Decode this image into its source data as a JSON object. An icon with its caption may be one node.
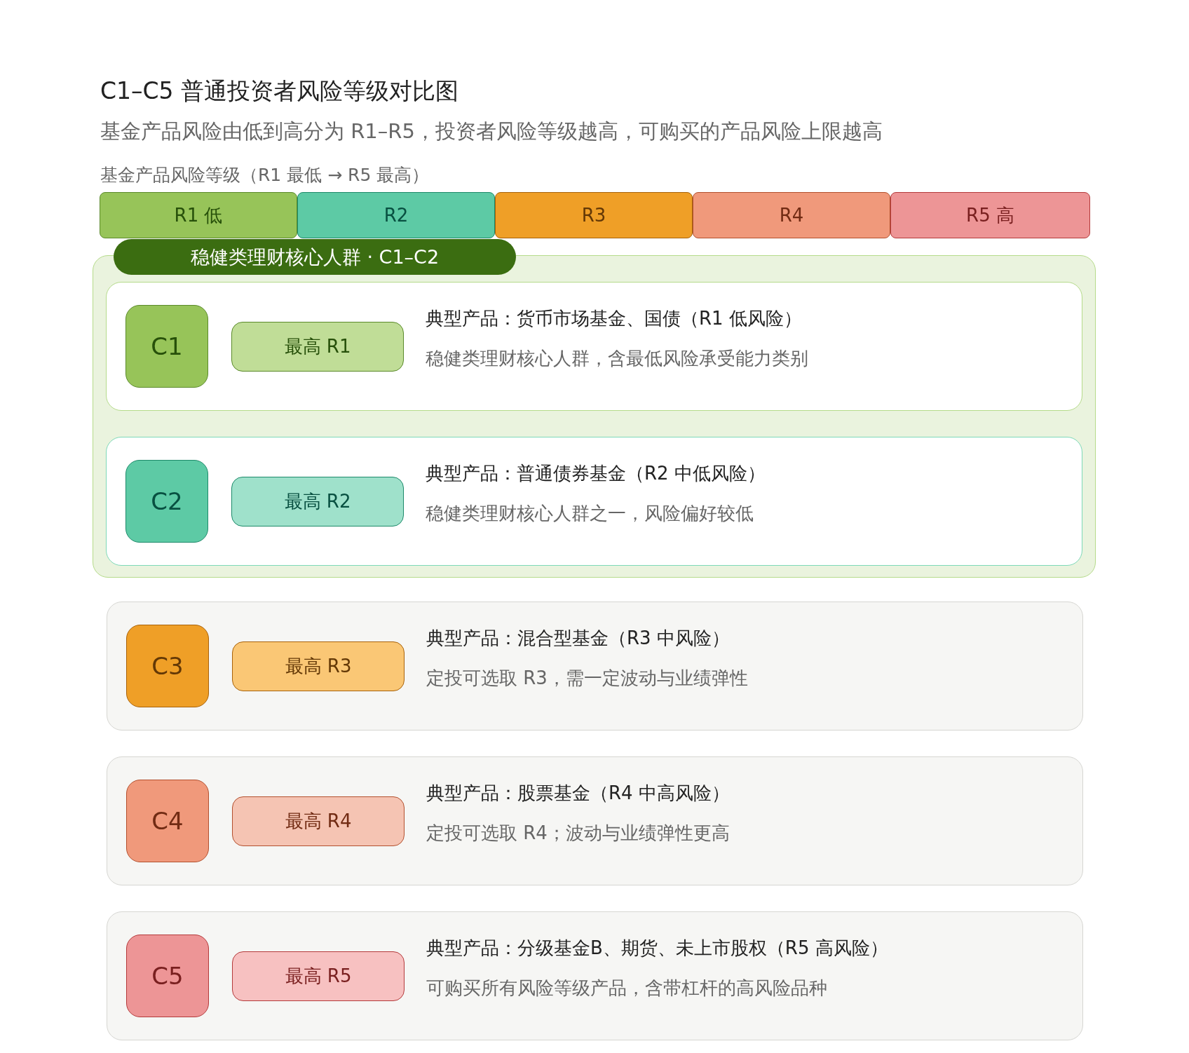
{
  "diagram": {
    "title": "C1–C5 普通投资者风险等级对比图",
    "nodes": [
      {
        "text": [
          "R1 低"
        ]
      },
      {
        "text": [
          "R2"
        ]
      },
      {
        "text": [
          "R3"
        ]
      },
      {
        "text": [
          "R4"
        ]
      },
      {
        "text": [
          "R5 高"
        ]
      },
      {
        "text": [
          "稳健类理财核心人群 · C1–C2"
        ]
      },
      {
        "text": [
          "典型产品：货币市场基金、国债（R1 低风险）",
          "稳健类理财核心人群，含最低风险承受能力类别"
        ],
        "in": 5
      },
      {
        "text": [
          "C1"
        ],
        "in": 6
      },
      {
        "text": [
          "最高 R1"
        ],
        "in": 6
      },
      {
        "text": [
          "典型产品：普通债券基金（R2 中低风险）",
          "稳健类理财核心人群之一，风险偏好较低"
        ],
        "in": 5
      },
      {
        "text": [
          "C2"
        ],
        "in": 9
      },
      {
        "text": [
          "最高 R2"
        ],
        "in": 9
      },
      {
        "text": [
          "典型产品：混合型基金（R3 中风险）",
          "定投可选取 R3，需一定波动与业绩弹性"
        ]
      },
      {
        "text": [
          "C3"
        ],
        "in": 12
      },
      {
        "text": [
          "最高 R3"
        ],
        "in": 12
      },
      {
        "text": [
          "典型产品：股票基金（R4 中高风险）",
          "定投可选取 R4；波动与业绩弹性更高"
        ]
      },
      {
        "text": [
          "C4"
        ],
        "in": 15
      },
      {
        "text": [
          "最高 R4"
        ],
        "in": 15
      },
      {
        "text": [
          "典型产品：分级基金B、期货、未上市股权（R5 高风险）",
          "可购买所有风险等级产品，含带杠杆的高风险品种"
        ]
      },
      {
        "text": [
          "C5"
        ],
        "in": 18
      },
      {
        "text": [
          "最高 R5"
        ],
        "in": 18
      }
    ],
    "edges": [],
    "labels": [
      "基金产品风险由低到高分为 R1–R5，投资者风险等级越高，可购买的产品风险上限越高",
      "基金产品风险等级（R1 最低 → R5 最高）"
    ]
  }
}
